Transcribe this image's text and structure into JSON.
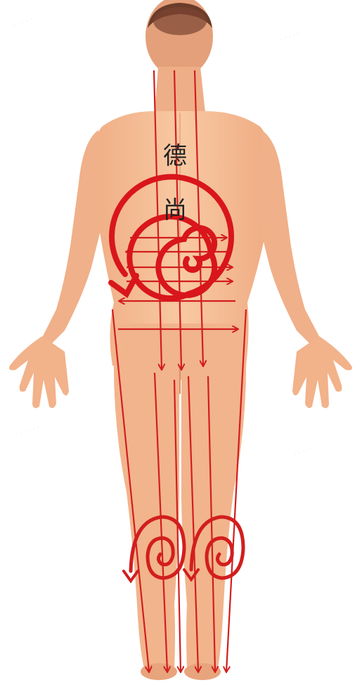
{
  "overlay_text": [
    "德",
    "尚"
  ],
  "colors": {
    "background": "#ffffff",
    "skin": "#f4b98f",
    "skin_shadow": "#e59c75",
    "hair": "#5a3324",
    "arrow": "#d21e1e",
    "spiral": "#d8161b"
  },
  "figure": "human-body-back-view",
  "watermark_present": true
}
